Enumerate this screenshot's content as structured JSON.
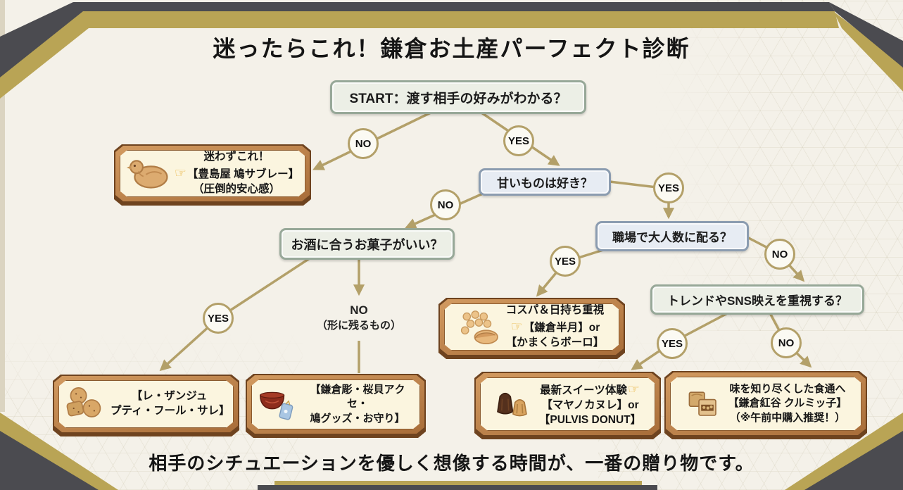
{
  "title": "迷ったらこれ！鎌倉お土産パーフェクト診断",
  "footer": "相手のシチュエーションを優しく想像する時間が、一番の贈り物です。",
  "glyphs": {
    "finger": "☞"
  },
  "labels": {
    "yes": "YES",
    "no": "NO",
    "no_alt_line1": "NO",
    "no_alt_line2": "（形に残るもの）"
  },
  "questions": {
    "start": "START：渡す相手の好みがわかる？",
    "sweet": "甘いものは好き？",
    "alcohol": "お酒に合うお菓子がいい？",
    "office": "職場で大人数に配る？",
    "sns": "トレンドやSNS映えを重視する？"
  },
  "results": {
    "hato": {
      "icon": "dove-cookie",
      "line1": "迷わずこれ！",
      "line2": "【豊島屋 鳩サブレー】",
      "line3": "（圧倒的安心感）"
    },
    "cospa": {
      "icon": "boro-cookies",
      "line1": "コスパ＆日持ち重視",
      "line2": "【鎌倉半月】or",
      "line3": "【かまくらボーロ】"
    },
    "anges": {
      "icon": "savory-cookies",
      "line1": "【レ・ザンジュ",
      "line2": "プティ・フール・サレ】"
    },
    "craft": {
      "icon": "lacquer-bowl-and-charm",
      "line1": "【鎌倉彫・桜貝アクセ・",
      "line2": "鳩グッズ・お守り】"
    },
    "sweets": {
      "icon": "canele",
      "line1": "最新スイーツ体験",
      "line2": "【マヤノカヌレ】or",
      "line3": "【PULVIS DONUT】"
    },
    "kurumicco": {
      "icon": "walnut-caramel-squares",
      "line1": "味を知り尽くした食通へ",
      "line2": "【鎌倉紅谷 クルミッ子】",
      "line3": "（※午前中購入推奨！）"
    }
  },
  "colors": {
    "background": "#f4f1e9",
    "ribbon_dark": "#4b4b50",
    "ribbon_gold": "#b9a455",
    "arrow": "#b3a069",
    "question_green_border": "#97a898",
    "question_blue_border": "#8b9cb0",
    "plaque_wood": "#b97f49",
    "plaque_panel": "#fbf5df"
  }
}
